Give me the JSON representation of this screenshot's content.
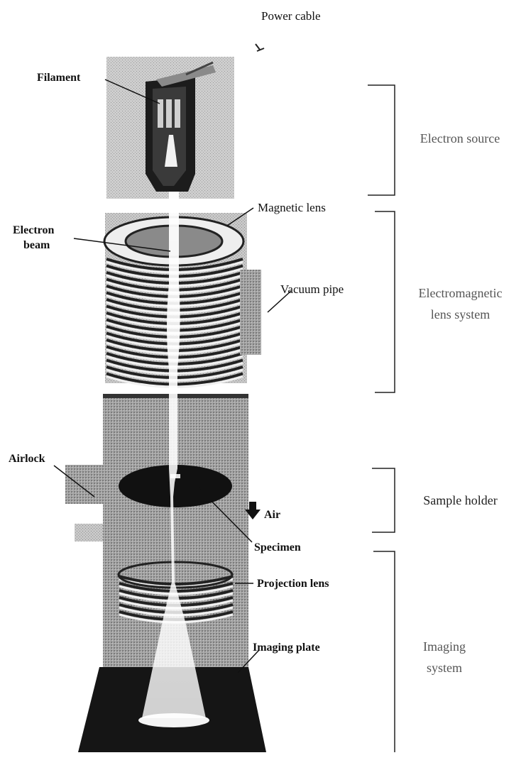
{
  "labels": {
    "power_cable": "Power cable",
    "filament": "Filament",
    "magnetic_lens": "Magnetic lens",
    "electron_beam_1": "Electron",
    "electron_beam_2": "beam",
    "vacuum_pipe": "Vacuum pipe",
    "airlock": "Airlock",
    "air": "Air",
    "specimen": "Specimen",
    "projection_lens": "Projection lens",
    "imaging_plate": "Imaging plate"
  },
  "sections": {
    "electron_source": "Electron source",
    "lens_system_1": "Electromagnetic",
    "lens_system_2": "lens system",
    "sample_holder": "Sample holder",
    "imaging_system_1": "Imaging",
    "imaging_system_2": "system"
  },
  "colors": {
    "column_gray": "#9a9a9a",
    "dark": "#1a1a1a",
    "beam": "#f4f4f4",
    "text": "#111111",
    "section_text": "#555555"
  }
}
